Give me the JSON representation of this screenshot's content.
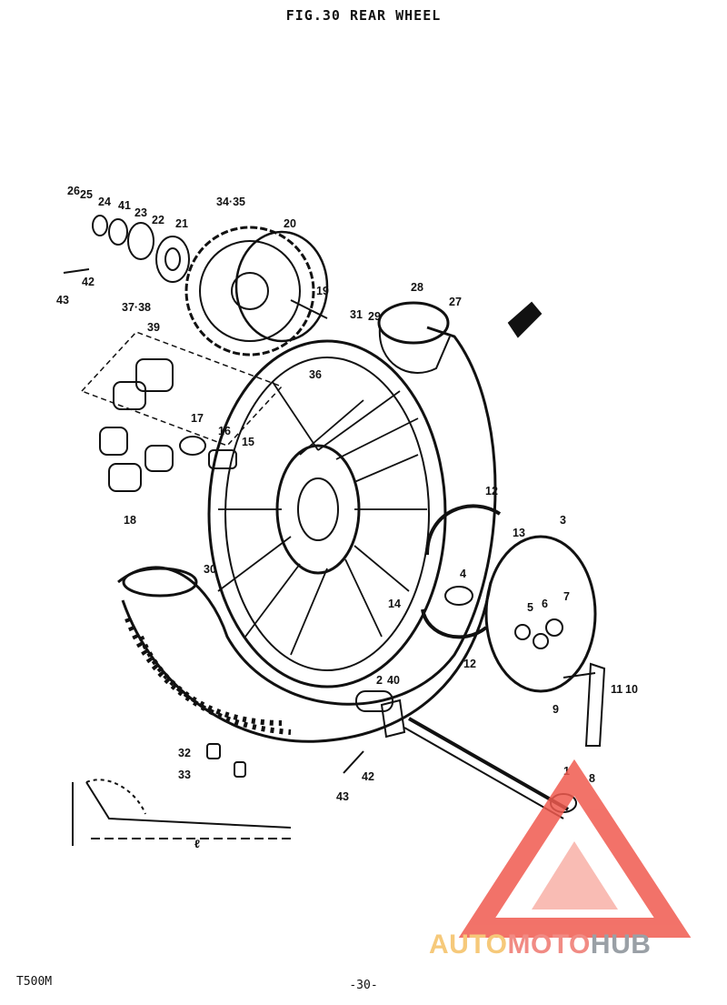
{
  "figure": {
    "title": "FIG.30  REAR WHEEL",
    "model": "T500M",
    "page": "-30-"
  },
  "callouts": [
    {
      "id": "26"
    },
    {
      "id": "25"
    },
    {
      "id": "24"
    },
    {
      "id": "41"
    },
    {
      "id": "23"
    },
    {
      "id": "22"
    },
    {
      "id": "21"
    },
    {
      "id": "34·35"
    },
    {
      "id": "20"
    },
    {
      "id": "42"
    },
    {
      "id": "43"
    },
    {
      "id": "37·38"
    },
    {
      "id": "39"
    },
    {
      "id": "19"
    },
    {
      "id": "31"
    },
    {
      "id": "29"
    },
    {
      "id": "28"
    },
    {
      "id": "27"
    },
    {
      "id": "36"
    },
    {
      "id": "17"
    },
    {
      "id": "16"
    },
    {
      "id": "15"
    },
    {
      "id": "18"
    },
    {
      "id": "12"
    },
    {
      "id": "13"
    },
    {
      "id": "3"
    },
    {
      "id": "30"
    },
    {
      "id": "14"
    },
    {
      "id": "4"
    },
    {
      "id": "5"
    },
    {
      "id": "6"
    },
    {
      "id": "7"
    },
    {
      "id": "12"
    },
    {
      "id": "2"
    },
    {
      "id": "40"
    },
    {
      "id": "9"
    },
    {
      "id": "11"
    },
    {
      "id": "10"
    },
    {
      "id": "32"
    },
    {
      "id": "33"
    },
    {
      "id": "42"
    },
    {
      "id": "43"
    },
    {
      "id": "1"
    },
    {
      "id": "8"
    },
    {
      "id": "ℓ"
    }
  ],
  "watermark": {
    "part1": "AUTO",
    "part2": "MOTO",
    "part3": "HUB",
    "colors": {
      "part1": "#f6c97a",
      "part2": "#f18b84",
      "part3": "#9aa0a6",
      "triangle": "#f05a4f"
    }
  }
}
